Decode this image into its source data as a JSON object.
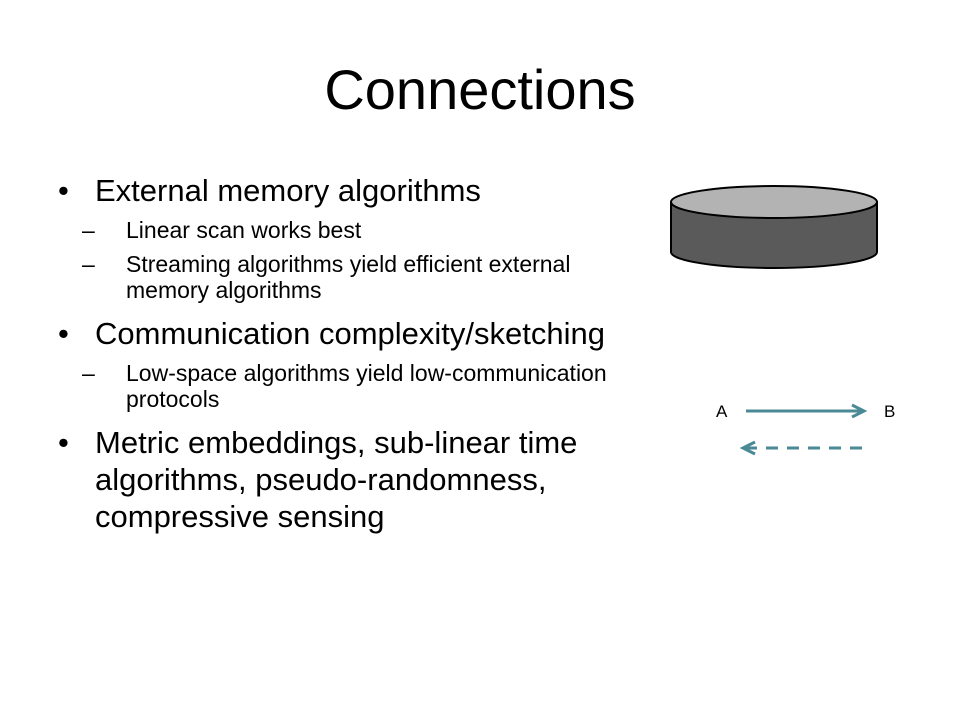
{
  "slide": {
    "title": "Connections",
    "bullets": [
      {
        "text": "External memory algorithms",
        "subs": [
          "Linear scan works best",
          "Streaming algorithms yield efficient external memory algorithms"
        ]
      },
      {
        "text": "Communication complexity/sketching",
        "subs": [
          "Low-space algorithms yield low-communication protocols"
        ]
      },
      {
        "text": "Metric embeddings, sub-linear time algorithms, pseudo-randomness, compressive sensing",
        "subs": []
      }
    ]
  },
  "diagram": {
    "label_a": "A",
    "label_b": "B",
    "arrow_color": "#4a8a96",
    "disk_top_color": "#b3b3b3",
    "disk_side_color": "#5a5a5a"
  }
}
